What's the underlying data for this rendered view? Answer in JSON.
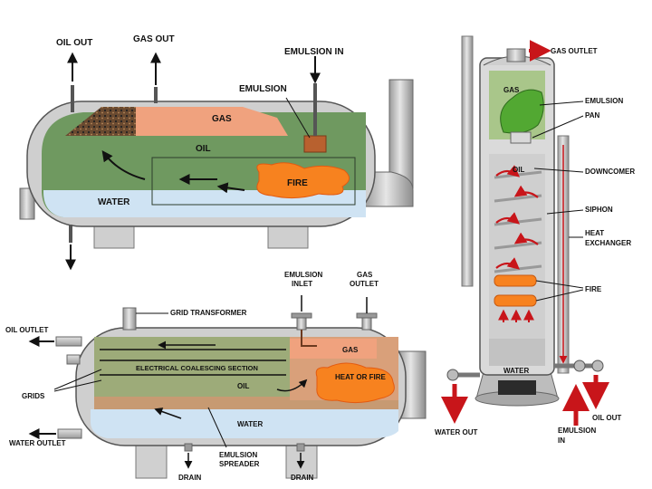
{
  "heater_treater": {
    "oil_out": "OIL OUT",
    "gas_out": "GAS OUT",
    "emulsion_in": "EMULSION IN",
    "emulsion": "EMULSION",
    "gas": "GAS",
    "oil": "OIL",
    "fire": "FIRE",
    "water": "WATER"
  },
  "electrostatic_treater": {
    "emulsion_inlet_1": "EMULSION",
    "emulsion_inlet_2": "INLET",
    "gas_outlet_1": "GAS",
    "gas_outlet_2": "OUTLET",
    "grid_transformer": "GRID TRANSFORMER",
    "oil_outlet": "OIL OUTLET",
    "electrical_coalescing_section": "ELECTRICAL COALESCING SECTION",
    "gas": "GAS",
    "heat_or_fire": "HEAT OR FIRE",
    "oil": "OIL",
    "grids": "GRIDS",
    "water": "WATER",
    "water_outlet": "WATER OUTLET",
    "emulsion_spreader_1": "EMULSION",
    "emulsion_spreader_2": "SPREADER",
    "drain_left": "DRAIN",
    "drain_right": "DRAIN"
  },
  "vertical_treater": {
    "gas_outlet": "GAS OUTLET",
    "gas": "GAS",
    "emulsion": "EMULSION",
    "pan": "PAN",
    "oil": "OIL",
    "downcomer": "DOWNCOMER",
    "siphon": "SIPHON",
    "heat_exchanger_1": "HEAT",
    "heat_exchanger_2": "EXCHANGER",
    "fire": "FIRE",
    "water": "WATER",
    "water_out": "WATER OUT",
    "oil_out": "OIL OUT",
    "emulsion_in_1": "EMULSION",
    "emulsion_in_2": "IN"
  },
  "colors": {
    "gas": "#f0a27e",
    "oil": "#6f9960",
    "water": "#cfe3f3",
    "fire": "#f7821f",
    "vessel": "#c6c6c6",
    "emulsion": "#b8612f",
    "arrow_red": "#c8151a",
    "vertical_gas": "#a9c68a",
    "vertical_emulsion": "#52a832"
  }
}
